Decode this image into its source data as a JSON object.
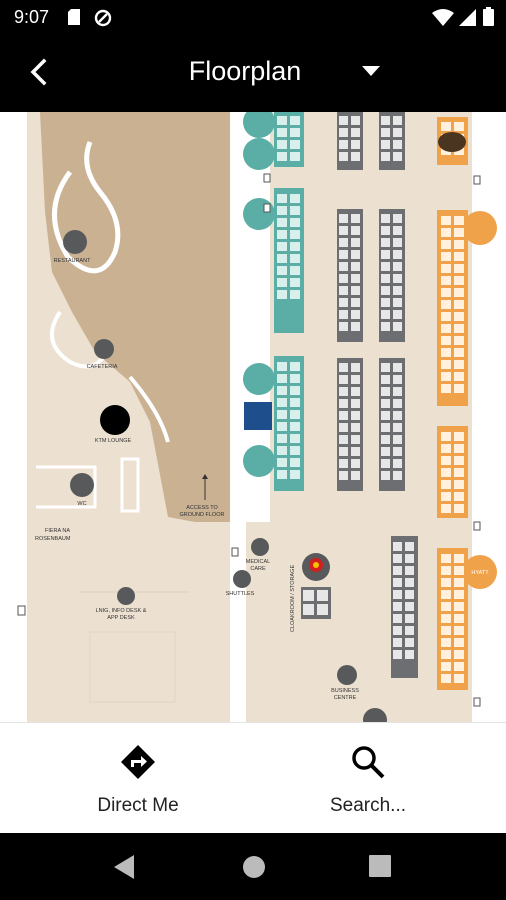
{
  "status_bar": {
    "time": "9:07",
    "icons": [
      "sd-card-icon",
      "sync-icon",
      "wifi-icon",
      "signal-icon",
      "battery-icon"
    ]
  },
  "app_bar": {
    "title": "Floorplan",
    "back_icon": "back-arrow-icon",
    "dropdown_icon": "dropdown-icon"
  },
  "floorplan": {
    "labels": {
      "restaurant": "RESTAURANT",
      "cafeteria": "CAFETERIA",
      "ktm_lounge": "KTM LOUNGE",
      "wc": "WC",
      "access_ground_floor_1": "ACCESS TO",
      "access_ground_floor_2": "GROUND FLOOR",
      "fiera_1": "FIERA NA",
      "fiera_2": "ROSENBAUM",
      "lnig_1": "LNIG, INFO DESK &",
      "lnig_2": "APP DESK",
      "medical_1": "MEDICAL",
      "medical_2": "CARE",
      "shuttles": "SHUTTLES",
      "cloakroom": "CLOAKROOM / STORAGE",
      "business_1": "BUSINESS",
      "business_2": "CENTRE",
      "hyatt": "HYATT"
    },
    "colors": {
      "sand": "#c9b192",
      "beige": "#ece1d1",
      "teal": "#5aaea5",
      "orange": "#f0a24a",
      "booth_grey": "#6d6e71",
      "navy": "#1f4e8c"
    }
  },
  "bottom_bar": {
    "direct_me": {
      "label": "Direct Me",
      "icon": "directions-icon"
    },
    "search": {
      "label": "Search...",
      "icon": "search-icon"
    }
  },
  "nav_bar": {
    "back": "nav-back-icon",
    "home": "nav-home-icon",
    "recents": "nav-recents-icon"
  }
}
